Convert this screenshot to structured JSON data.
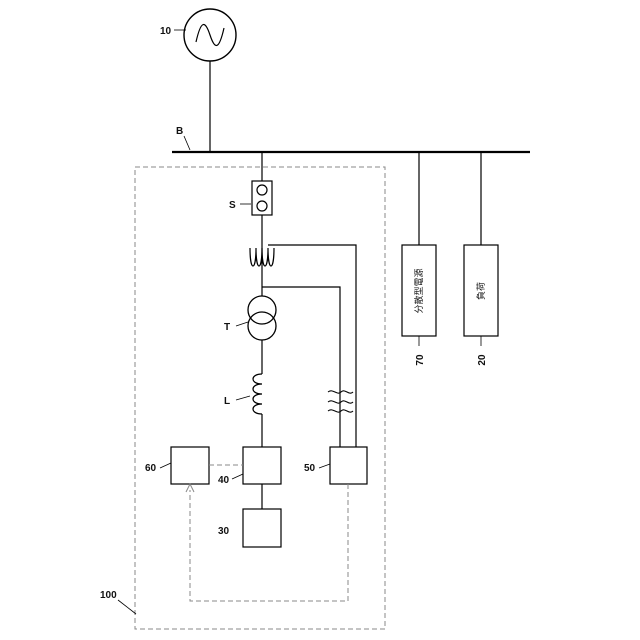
{
  "labels": {
    "ac_source": "10",
    "bus": "B",
    "switch": "S",
    "transformer": "T",
    "inductor": "L",
    "block_30": "30",
    "block_40": "40",
    "block_50": "50",
    "block_60": "60",
    "block_70": "70",
    "block_20": "20",
    "system": "100"
  },
  "boxes": {
    "distributed_power": "分散型電源",
    "load": "負荷"
  }
}
